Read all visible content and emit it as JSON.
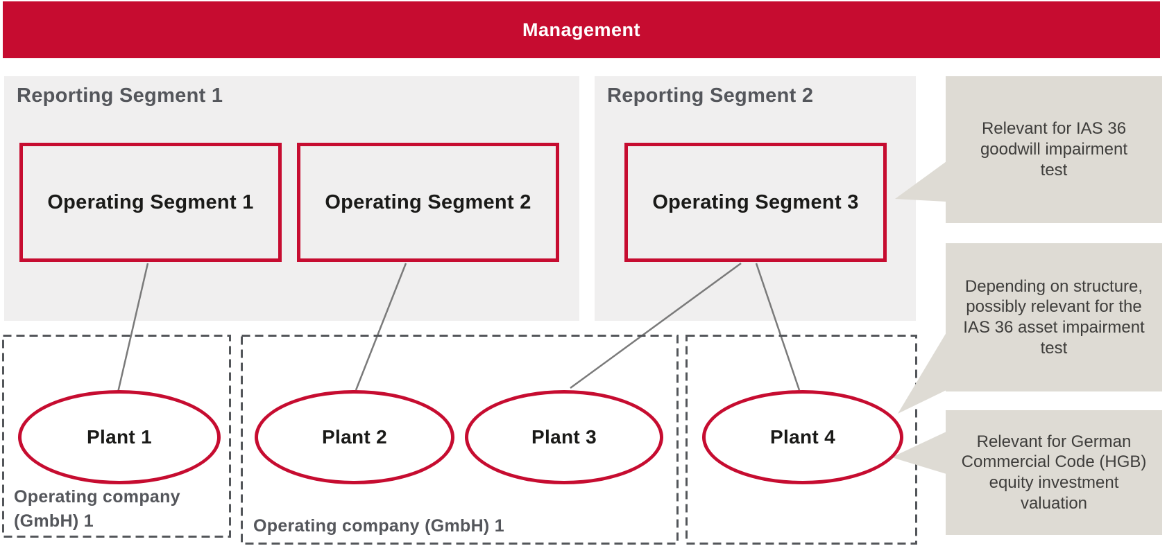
{
  "banner": {
    "title": "Management"
  },
  "reporting_segments": [
    {
      "label": "Reporting Segment 1"
    },
    {
      "label": "Reporting Segment 2"
    }
  ],
  "operating_segments": [
    {
      "label": "Operating Segment 1"
    },
    {
      "label": "Operating Segment 2"
    },
    {
      "label": "Operating Segment 3"
    }
  ],
  "plants": [
    {
      "label": "Plant 1"
    },
    {
      "label": "Plant 2"
    },
    {
      "label": "Plant 3"
    },
    {
      "label": "Plant 4"
    }
  ],
  "operating_companies": [
    {
      "label": "Operating company\n(GmbH) 1"
    },
    {
      "label": "Operating company (GmbH) 1"
    }
  ],
  "callouts": [
    {
      "text": "Relevant for IAS 36\ngoodwill impairment\ntest"
    },
    {
      "text": "Depending on structure,\npossibly relevant for the\nIAS 36 asset impairment\ntest"
    },
    {
      "text": "Relevant for German\nCommercial Code (HGB)\nequity investment\nvaluation"
    }
  ],
  "colors": {
    "accent_red": "#C60C30",
    "panel_gray": "#F0EFEF",
    "callout_gray": "#DEDBD4",
    "text_dark": "#1A1A18",
    "text_gray": "#54565B",
    "connector_gray": "#7A7A7A"
  }
}
